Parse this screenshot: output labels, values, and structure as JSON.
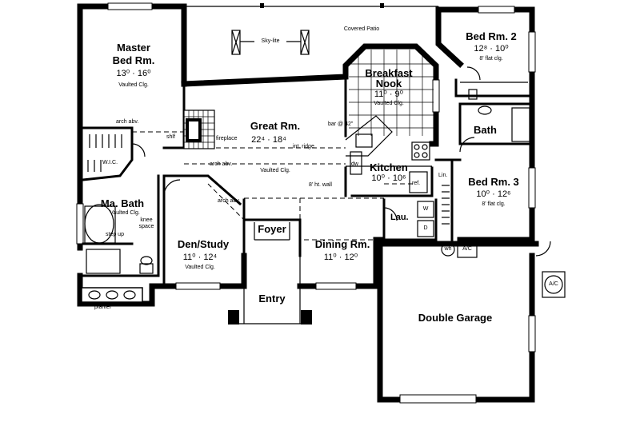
{
  "rooms": {
    "master": {
      "name_line1": "Master",
      "name_line2": "Bed Rm.",
      "dims": "13⁰ · 16⁰",
      "note": "Vaulted Clg."
    },
    "great": {
      "name": "Great Rm.",
      "dims": "22⁴ · 18⁴",
      "note": "Vaulted Clg."
    },
    "nook": {
      "name_line1": "Breakfast",
      "name_line2": "Nook",
      "dims": "11⁰ · 9⁰",
      "note": "Vaulted Clg."
    },
    "bed2": {
      "name": "Bed Rm. 2",
      "dims": "12⁸ · 10⁰",
      "note": "8' flat clg."
    },
    "bed3": {
      "name": "Bed Rm. 3",
      "dims": "10⁰ · 12⁶",
      "note": "8' flat clg."
    },
    "kitchen": {
      "name": "Kitchen",
      "dims": "10⁰ · 10⁶"
    },
    "ma_bath": {
      "name": "Ma. Bath",
      "note": "Vaulted Clg."
    },
    "den": {
      "name": "Den/Study",
      "dims": "11⁰ · 12⁴",
      "note": "Vaulted Clg."
    },
    "dining": {
      "name": "Dining Rm.",
      "dims": "11⁰ · 12⁰"
    },
    "garage": {
      "name": "Double Garage"
    },
    "foyer": {
      "name": "Foyer"
    },
    "entry": {
      "name": "Entry"
    },
    "bath": {
      "name": "Bath"
    },
    "laundry": {
      "name": "Lau."
    },
    "wic": {
      "name": "W.I.C."
    },
    "linen": {
      "name": "Lin."
    }
  },
  "labels": {
    "covered_patio": "Covered Patio",
    "skylite": "Sky-lite",
    "fireplace": "fireplace",
    "arch_abv_1": "arch abv.",
    "arch_abv_2": "arch abv.",
    "arch_abv_3": "arch abv.",
    "shlf": "shlf",
    "int_ridge": "int. ridge",
    "bar": "bar @ 42\"",
    "wall_8ht": "8' ht. wall",
    "knee_space": "knee space",
    "step_up": "step up",
    "planter": "planter",
    "dw": "dw",
    "ref": "ref.",
    "washer": "W",
    "dryer": "D",
    "wh": "wh",
    "ac": "A/C",
    "ac_outdoor": "A/C"
  }
}
